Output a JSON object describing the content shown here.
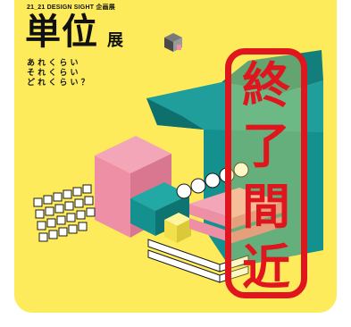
{
  "poster": {
    "small_title": "21_21 DESIGN SIGHT 企画展",
    "main_title": "単位",
    "main_suffix": "展",
    "tagline": [
      "あ れ く ら い",
      "そ れ く ら い",
      "ど れ く ら い ？"
    ]
  },
  "stamp": {
    "chars": [
      "終",
      "了",
      "間",
      "近"
    ]
  },
  "colors": {
    "background": "#FDEB5C",
    "stamp_red": "#E0161F",
    "teal": "#14908E",
    "pink": "#EE8FA6"
  }
}
